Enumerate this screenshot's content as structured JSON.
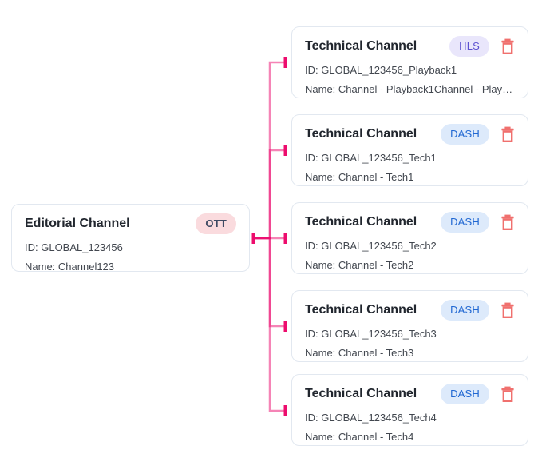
{
  "editorial_channel": {
    "title": "Editorial Channel",
    "badge": "OTT",
    "id_line": "ID: GLOBAL_123456",
    "name_line": "Name: Channel123"
  },
  "technical_channels": [
    {
      "title": "Technical Channel",
      "badge": "HLS",
      "id_line": "ID: GLOBAL_123456_Playback1",
      "name_line": "Name: Channel - Playback1Channel - Playba..."
    },
    {
      "title": "Technical Channel",
      "badge": "DASH",
      "id_line": "ID: GLOBAL_123456_Tech1",
      "name_line": "Name: Channel - Tech1"
    },
    {
      "title": "Technical Channel",
      "badge": "DASH",
      "id_line": "ID: GLOBAL_123456_Tech2",
      "name_line": "Name: Channel - Tech2"
    },
    {
      "title": "Technical Channel",
      "badge": "DASH",
      "id_line": "ID: GLOBAL_123456_Tech3",
      "name_line": "Name: Channel - Tech3"
    },
    {
      "title": "Technical Channel",
      "badge": "DASH",
      "id_line": "ID: GLOBAL_123456_Tech4",
      "name_line": "Name: Channel - Tech4"
    }
  ],
  "icons": {
    "delete": "trash-icon"
  },
  "colors": {
    "connector_single": "#f584b6",
    "connector_overlap": "#ed1170",
    "connector_cap": "#ed0c6d",
    "badge_hls_bg": "#e9e6fb",
    "badge_hls_text": "#5c50d0",
    "badge_dash_bg": "#ddeafb",
    "badge_dash_text": "#2067d2",
    "badge_ott_bg": "#fadbde",
    "badge_ott_text": "#3e4a63",
    "delete_icon": "#f0706e",
    "card_border": "#e2e8f0",
    "title_text": "#21262e",
    "body_text": "#42474f"
  }
}
